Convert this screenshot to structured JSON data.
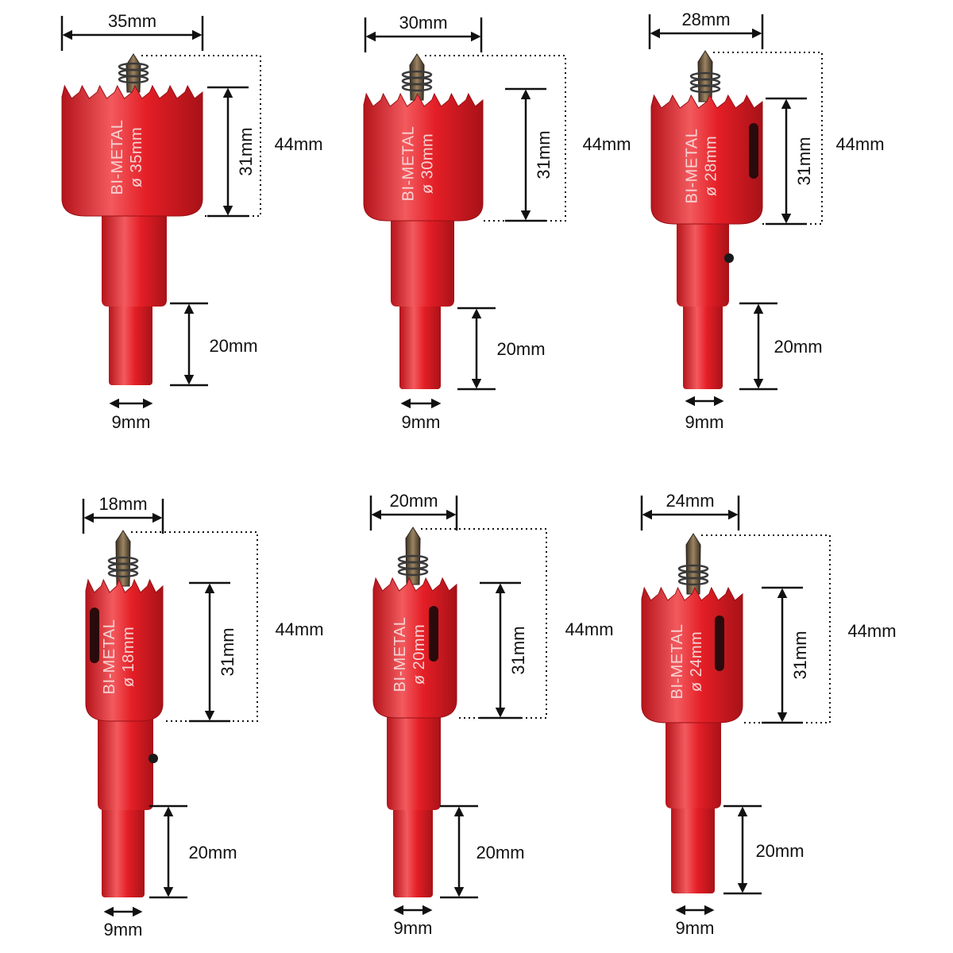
{
  "colors": {
    "body": "#e41e26",
    "body_dark": "#b5141b",
    "body_light": "#f25a5e",
    "drill": "#6b5a44",
    "spring": "#3a3a3a",
    "ink": "#111111"
  },
  "items": [
    {
      "width": "35mm",
      "cut_height": "31mm",
      "total_height": "44mm",
      "shank_length": "20mm",
      "shank_dia": "9mm",
      "marking_line1": "BI-METAL",
      "marking_line2": "ø 35mm"
    },
    {
      "width": "30mm",
      "cut_height": "31mm",
      "total_height": "44mm",
      "shank_length": "20mm",
      "shank_dia": "9mm",
      "marking_line1": "BI-METAL",
      "marking_line2": "ø 30mm"
    },
    {
      "width": "28mm",
      "cut_height": "31mm",
      "total_height": "44mm",
      "shank_length": "20mm",
      "shank_dia": "9mm",
      "marking_line1": "BI-METAL",
      "marking_line2": "ø 28mm"
    },
    {
      "width": "18mm",
      "cut_height": "31mm",
      "total_height": "44mm",
      "shank_length": "20mm",
      "shank_dia": "9mm",
      "marking_line1": "BI-METAL",
      "marking_line2": "ø 18mm"
    },
    {
      "width": "20mm",
      "cut_height": "31mm",
      "total_height": "44mm",
      "shank_length": "20mm",
      "shank_dia": "9mm",
      "marking_line1": "BI-METAL",
      "marking_line2": "ø 20mm"
    },
    {
      "width": "24mm",
      "cut_height": "31mm",
      "total_height": "44mm",
      "shank_length": "20mm",
      "shank_dia": "9mm",
      "marking_line1": "BI-METAL",
      "marking_line2": "ø 24mm"
    }
  ]
}
